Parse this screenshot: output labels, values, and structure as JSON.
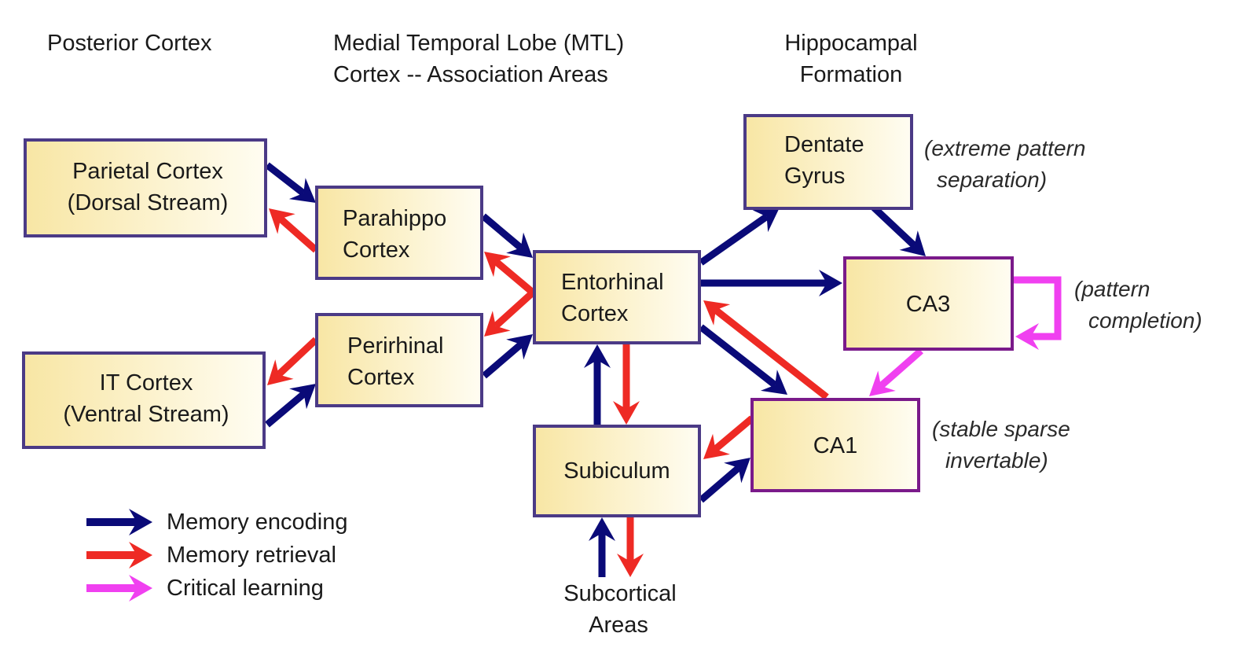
{
  "headers": {
    "posterior": [
      "Posterior Cortex"
    ],
    "mtl": [
      "Medial Temporal Lobe (MTL)",
      "Cortex -- Association Areas"
    ],
    "hippocampal": [
      "Hippocampal",
      "Formation"
    ]
  },
  "colors": {
    "encoding": "#0a0a78",
    "retrieval": "#ee2a24",
    "critical": "#f040f0",
    "box_border": "#4b3a86",
    "box_border_ca": "#7a1a8a",
    "box_fill_left": "#f8e6a4",
    "box_fill_right": "#fffdf2"
  },
  "nodes": {
    "parietal": [
      "Parietal Cortex",
      "(Dorsal Stream)"
    ],
    "it": [
      "IT Cortex",
      "(Ventral Stream)"
    ],
    "parahippo": [
      "Parahippo",
      "Cortex"
    ],
    "perirhinal": [
      "Perirhinal",
      "Cortex"
    ],
    "entorhinal": [
      "Entorhinal",
      "Cortex"
    ],
    "dentate": [
      "Dentate",
      "Gyrus"
    ],
    "ca3": [
      "CA3"
    ],
    "ca1": [
      "CA1"
    ],
    "subiculum": [
      "Subiculum"
    ],
    "subcortical": [
      "Subcortical",
      "Areas"
    ]
  },
  "annotations": {
    "dentate": [
      "(extreme pattern",
      "separation)"
    ],
    "ca3": [
      "(pattern",
      "completion)"
    ],
    "ca1": [
      "(stable sparse",
      "invertable)"
    ]
  },
  "legend": [
    {
      "type": "encoding",
      "label": "Memory encoding"
    },
    {
      "type": "retrieval",
      "label": "Memory retrieval"
    },
    {
      "type": "critical",
      "label": "Critical learning"
    }
  ],
  "edges": [
    {
      "from": "parietal",
      "to": "parahippo",
      "type": "encoding"
    },
    {
      "from": "parahippo",
      "to": "parietal",
      "type": "retrieval"
    },
    {
      "from": "perirhinal",
      "to": "it",
      "type": "retrieval"
    },
    {
      "from": "it",
      "to": "perirhinal",
      "type": "encoding"
    },
    {
      "from": "parahippo",
      "to": "entorhinal",
      "type": "encoding"
    },
    {
      "from": "entorhinal",
      "to": "parahippo",
      "type": "retrieval"
    },
    {
      "from": "entorhinal",
      "to": "perirhinal",
      "type": "retrieval"
    },
    {
      "from": "perirhinal",
      "to": "entorhinal",
      "type": "encoding"
    },
    {
      "from": "entorhinal",
      "to": "dentate",
      "type": "encoding"
    },
    {
      "from": "dentate",
      "to": "ca3",
      "type": "encoding"
    },
    {
      "from": "entorhinal",
      "to": "ca3",
      "type": "encoding"
    },
    {
      "from": "ca3",
      "to": "ca3",
      "type": "critical"
    },
    {
      "from": "ca3",
      "to": "ca1",
      "type": "critical"
    },
    {
      "from": "entorhinal",
      "to": "ca1",
      "type": "encoding"
    },
    {
      "from": "ca1",
      "to": "entorhinal",
      "type": "retrieval"
    },
    {
      "from": "ca1",
      "to": "subiculum",
      "type": "retrieval"
    },
    {
      "from": "subiculum",
      "to": "ca1",
      "type": "encoding"
    },
    {
      "from": "subiculum",
      "to": "entorhinal",
      "type": "encoding"
    },
    {
      "from": "entorhinal",
      "to": "subiculum",
      "type": "retrieval"
    },
    {
      "from": "subcortical",
      "to": "subiculum",
      "type": "encoding"
    },
    {
      "from": "subiculum",
      "to": "subcortical",
      "type": "retrieval"
    }
  ]
}
